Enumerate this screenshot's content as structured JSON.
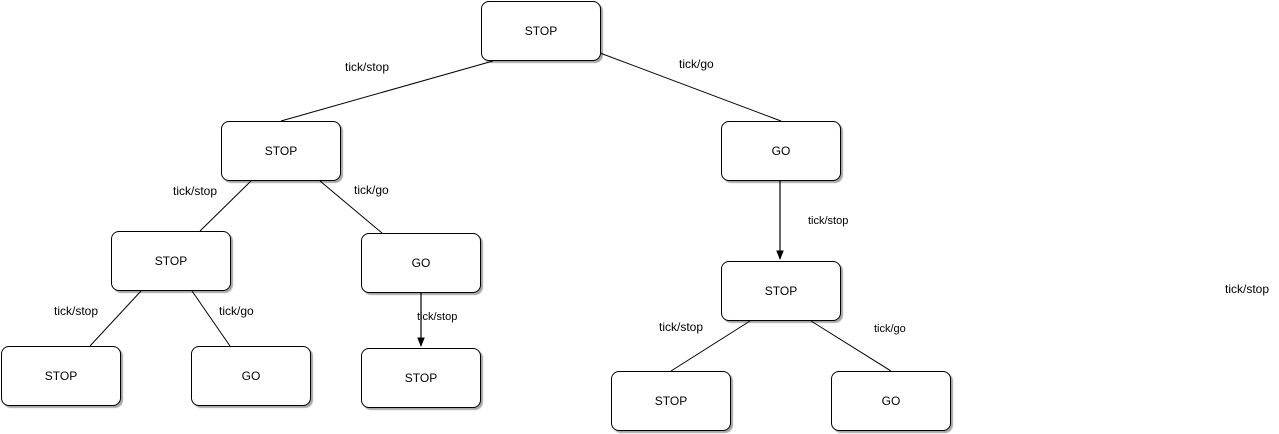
{
  "nodes": {
    "root": "STOP",
    "l1_left": "STOP",
    "l1_right": "GO",
    "l2_a": "STOP",
    "l2_b": "GO",
    "l2_c": "STOP",
    "l3_a": "STOP",
    "l3_b": "GO",
    "l3_c": "STOP",
    "l3_d": "STOP",
    "l3_e": "GO"
  },
  "edge_labels": {
    "root_left": "tick/stop",
    "root_right": "tick/go",
    "l1left_a": "tick/stop",
    "l1left_b": "tick/go",
    "l1right_c": "tick/stop",
    "l2a_a": "tick/stop",
    "l2a_b": "tick/go",
    "l2b_c": "tick/stop",
    "l2c_d": "tick/stop",
    "l2c_e": "tick/go",
    "stray": "tick/stop"
  }
}
